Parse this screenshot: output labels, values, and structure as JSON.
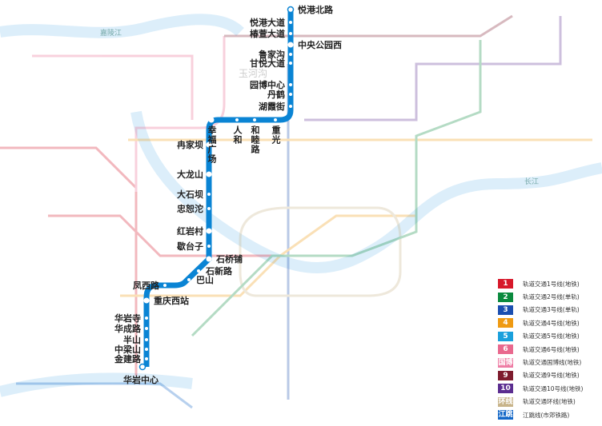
{
  "line": {
    "name": "轨道交通5号线",
    "color": "#0a84d4",
    "stations": [
      "悦港北路",
      "悦港大道",
      "椿萱大道",
      "中央公园西",
      "鲁家沟",
      "甘悦大道",
      "园博中心",
      "丹鹤",
      "湖霞街",
      "重光",
      "和睦路",
      "人和",
      "幸福广场",
      "冉家坝",
      "大龙山",
      "大石坝",
      "忠恕沱",
      "红岩村",
      "歇台子",
      "石桥铺",
      "石新路",
      "巴山",
      "凤西路",
      "重庆西站",
      "华岩寺",
      "华成路",
      "半山",
      "中梁山",
      "金建路",
      "华岩中心"
    ]
  },
  "watermark": "玉河沟",
  "rivers": [
    "长江",
    "嘉陵江"
  ],
  "legend": [
    {
      "badge": "1",
      "label": "轨道交通1号线(地铁)",
      "color": "#d7182a"
    },
    {
      "badge": "2",
      "label": "轨道交通2号线(单轨)",
      "color": "#0b8a3e"
    },
    {
      "badge": "3",
      "label": "轨道交通3号线(单轨)",
      "color": "#1b4fb0"
    },
    {
      "badge": "4",
      "label": "轨道交通4号线(地铁)",
      "color": "#ef9a12"
    },
    {
      "badge": "5",
      "label": "轨道交通5号线(地铁)",
      "color": "#1aa0dc"
    },
    {
      "badge": "6",
      "label": "轨道交通6号线(地铁)",
      "color": "#e9688e"
    },
    {
      "badge": "国博",
      "label": "轨道交通国博线(地铁)",
      "color": "#ee7ca4"
    },
    {
      "badge": "9",
      "label": "轨道交通9号线(地铁)",
      "color": "#7e1c2e"
    },
    {
      "badge": "10",
      "label": "轨道交通10号线(地铁)",
      "color": "#5b2d90"
    },
    {
      "badge": "环线",
      "label": "轨道交通环线(地铁)",
      "color": "#c8b48a"
    },
    {
      "badge": "江跳",
      "label": "江跳线(市郊铁路)",
      "color": "#1468c8"
    }
  ]
}
